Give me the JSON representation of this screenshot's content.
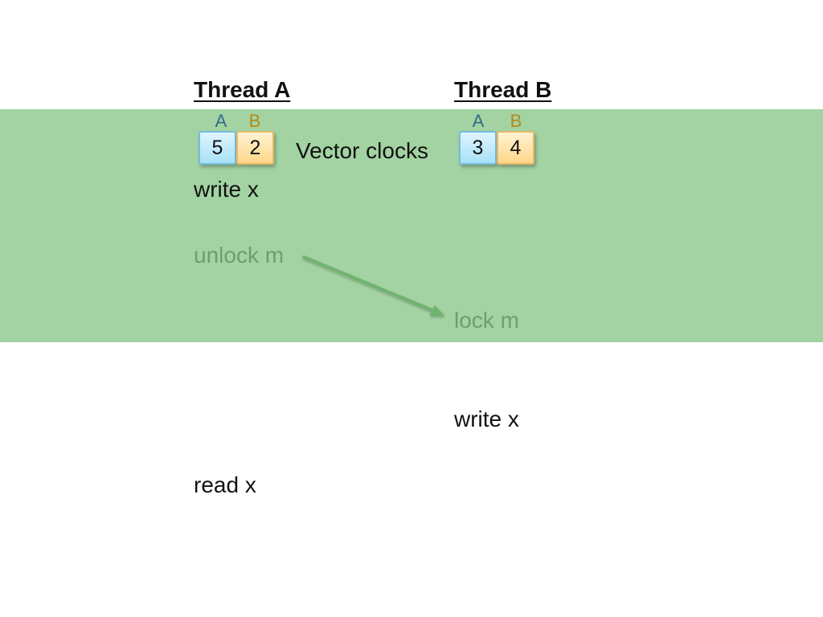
{
  "threads": {
    "a": {
      "title": "Thread A",
      "clock_labels": [
        "A",
        "B"
      ],
      "clock_values": [
        "5",
        "2"
      ],
      "events": {
        "write": "write  x",
        "unlock": "unlock m",
        "read": "read x"
      }
    },
    "b": {
      "title": "Thread B",
      "clock_labels": [
        "A",
        "B"
      ],
      "clock_values": [
        "3",
        "4"
      ],
      "events": {
        "lock": "lock m",
        "write": "write x"
      }
    }
  },
  "annotation": "Vector clocks",
  "colors": {
    "highlight_band": "#a3d3a3",
    "muted_event_text": "#6c9f6c",
    "clock_component_a": "#336a8a",
    "clock_component_b": "#b28a16",
    "arrow": "#6fb36f"
  }
}
